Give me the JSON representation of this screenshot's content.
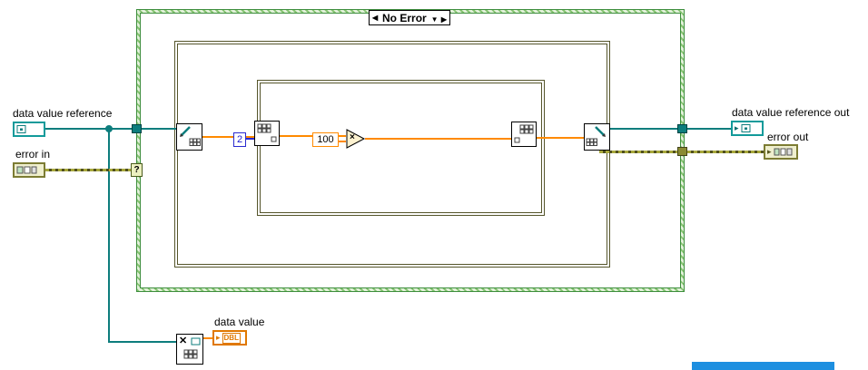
{
  "case_structure": {
    "selector_label": "No Error",
    "selector_left_arrow": "◀",
    "selector_right_arrow": "▶",
    "selector_dropdown": "▼",
    "selector_terminal": "?"
  },
  "labels": {
    "dvr_in": "data value reference",
    "err_in": "error in",
    "dvr_out": "data value reference out",
    "err_out": "error out",
    "data_value": "data value"
  },
  "constants": {
    "array_index": "2",
    "multiplier": "100"
  },
  "functions": {
    "multiply_glyph": "×",
    "delete_glyph": "✕"
  },
  "terminals": {
    "data_value_type": "DBL",
    "indicator_arrow": "▸"
  },
  "colors": {
    "dvr_wire": "#0d7d7d",
    "numeric_wire": "#ff8a00",
    "error_wire": "#a8a83c",
    "int_wire": "#2a2ad0",
    "case_border": "#3e8e3e",
    "structure_border": "#55552b",
    "blue_bar": "#1d8fe0"
  }
}
